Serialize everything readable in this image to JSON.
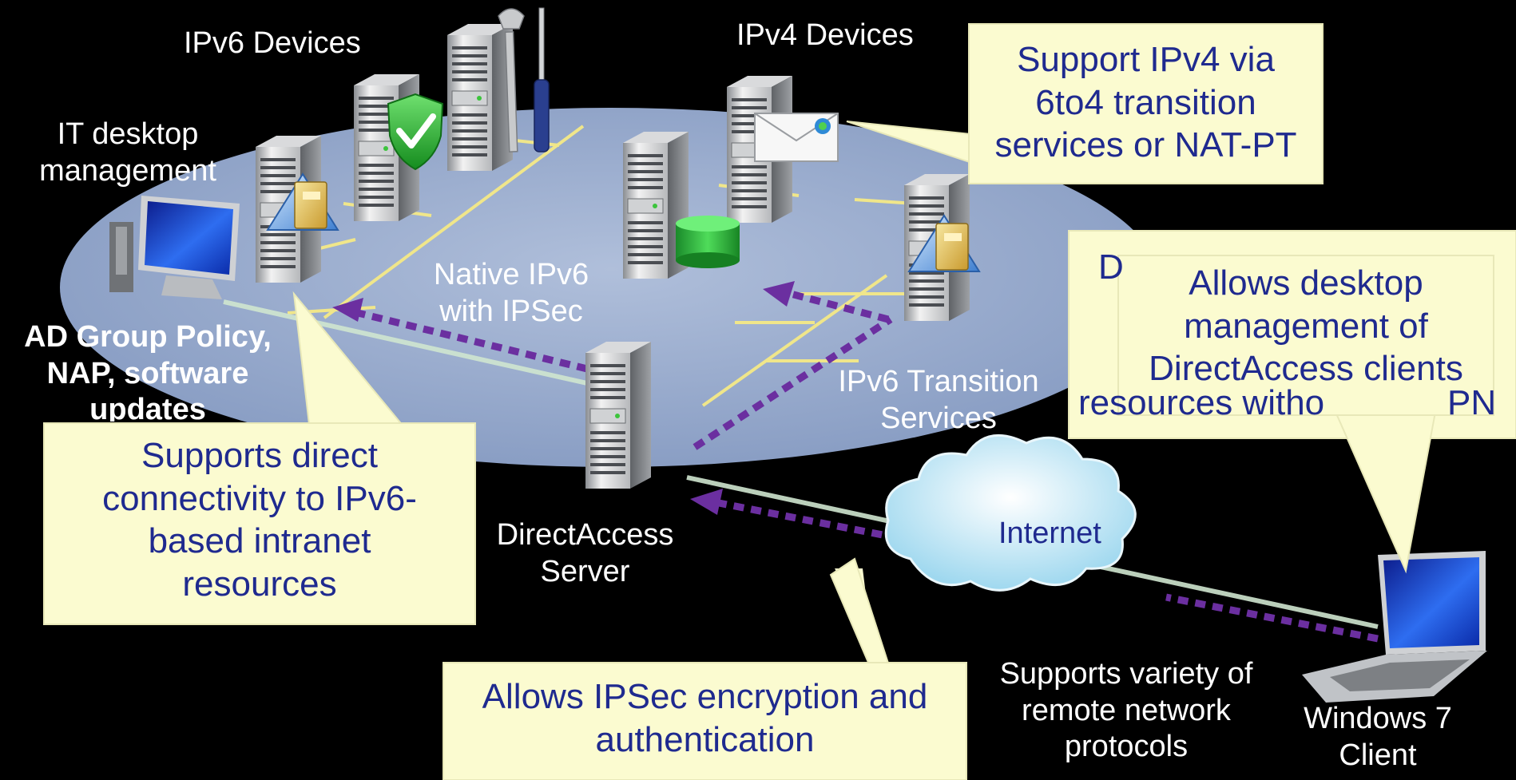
{
  "diagram": {
    "labels": {
      "ipv6_devices": "IPv6 Devices",
      "ipv4_devices": "IPv4 Devices",
      "it_desktop": [
        "IT desktop",
        "management"
      ],
      "native_ipv6": [
        "Native IPv6",
        "with IPSec"
      ],
      "transition": [
        "IPv6 Transition",
        "Services"
      ],
      "ad_group_policy": [
        "AD Group Policy,",
        "NAP, software",
        "updates"
      ],
      "directaccess_server": [
        "DirectAccess",
        "Server"
      ],
      "internet": "Internet",
      "supports_variety": [
        "Supports variety of",
        "remote network",
        "protocols"
      ],
      "windows7": [
        "Windows 7",
        "Client"
      ]
    },
    "callouts": {
      "ipv4_support": [
        "Support IPv4 via",
        "6to4 transition",
        "services or NAT-PT"
      ],
      "hidden_partial": [
        "D",
        "resources witho",
        "PN"
      ],
      "desktop_mgmt": [
        "Allows desktop",
        "management of",
        "DirectAccess clients"
      ],
      "direct_conn": [
        "Supports direct",
        "connectivity to IPv6-",
        "based intranet",
        "resources"
      ],
      "ipsec": [
        "Allows IPSec encryption and",
        "authentication"
      ]
    },
    "colors": {
      "background": "#000000",
      "callout_fill": "#fbfbd0",
      "callout_text": "#1f2a8f",
      "ellipse": "#9fb4d8",
      "network_line": "#f0e68a",
      "dotted_arrow": "#6b2fa0",
      "connection_line": "#cfe6cf"
    }
  }
}
